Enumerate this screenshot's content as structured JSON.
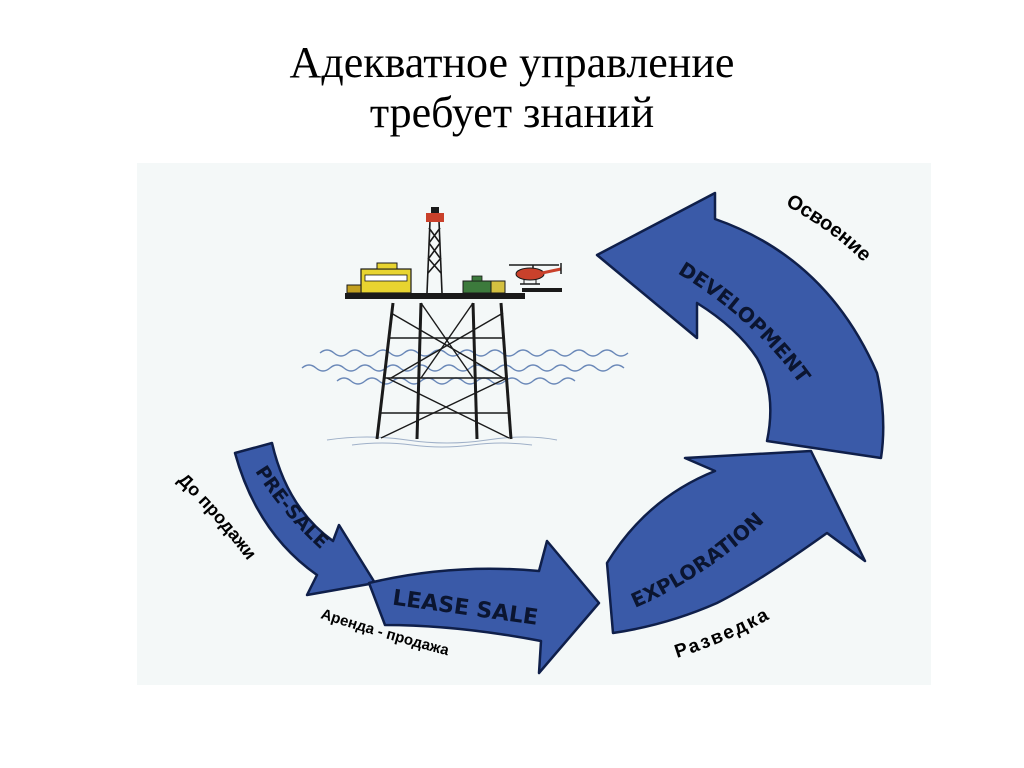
{
  "title": {
    "line1": "Адекватное управление",
    "line2": "требует знаний"
  },
  "diagram": {
    "accent_color": "#3a5aa8",
    "outline_color": "#0f1f4a",
    "stages": [
      {
        "arrow_label": "PRE-SALE",
        "caption": "До продажи"
      },
      {
        "arrow_label": "LEASE  SALE",
        "caption": "Аренда - продажа"
      },
      {
        "arrow_label": "EXPLORATION",
        "caption": "Разведка"
      },
      {
        "arrow_label": "DEVELOPMENT",
        "caption": "Освоение"
      }
    ],
    "illustration": "offshore-oil-platform-with-helicopter"
  }
}
